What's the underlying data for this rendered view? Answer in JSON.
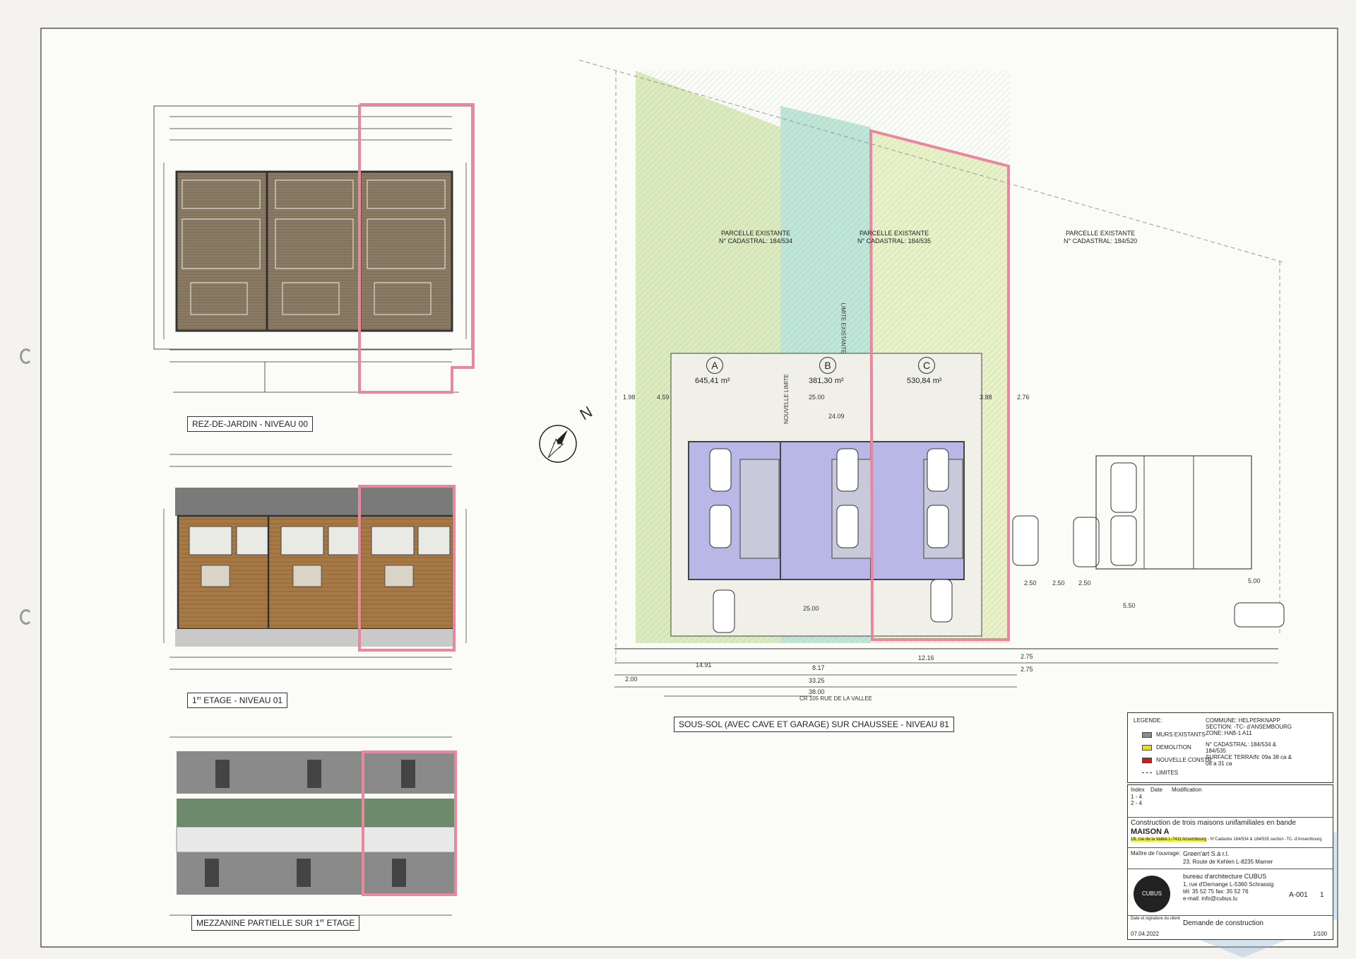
{
  "drawings": {
    "rez_de_jardin_label": "REZ-DE-JARDIN - NIVEAU 00",
    "etage_label_prefix": "1",
    "etage_label_sup": "er",
    "etage_label_rest": " ETAGE - NIVEAU 01",
    "mezzanine_label_prefix": "MEZZANINE PARTIELLE SUR 1",
    "mezzanine_label_sup": "er",
    "mezzanine_label_rest": " ETAGE",
    "sous_sol_label": "SOUS-SOL (AVEC CAVE ET GARAGE) SUR CHAUSSEE - NIVEAU 81"
  },
  "site_plan": {
    "north": "N",
    "parcels": [
      {
        "line1": "PARCELLE EXISTANTE",
        "line2": "N° CADASTRAL: 184/534"
      },
      {
        "line1": "PARCELLE EXISTANTE",
        "line2": "N° CADASTRAL: 184/535"
      },
      {
        "line1": "PARCELLE EXISTANTE",
        "line2": "N° CADASTRAL: 184/520"
      }
    ],
    "lots": [
      {
        "letter": "A",
        "area": "645,41 m²"
      },
      {
        "letter": "B",
        "area": "381,30 m²"
      },
      {
        "letter": "C",
        "area": "530,84 m²"
      }
    ],
    "labels": {
      "limite_existante": "LIMITE EXISTANTE",
      "nouvelle_limite": "NOUVELLE LIMITE",
      "road": "CR 105   RUE DE LA VALLEE"
    },
    "dimensions": {
      "d_25_top": "25.00",
      "d_24_09": "24.09",
      "d_25_bottom": "25.00",
      "d_8_17": "8.17",
      "d_33_25": "33.25",
      "d_38": "38.00",
      "d_2_75a": "2.75",
      "d_2_75b": "2.75",
      "d_14_91": "14.91",
      "d_12_16": "12.16",
      "d_2_00": "2.00",
      "d_5_50": "5.50",
      "d_2_50a": "2.50",
      "d_2_50b": "2.50",
      "d_2_50c": "2.50",
      "d_5_00": "5.00",
      "d_1_98": "1.98",
      "d_4_59": "4.59",
      "d_3_88": "3.88",
      "d_2_76": "2.76"
    }
  },
  "legend": {
    "title": "LEGENDE:",
    "items": [
      {
        "swatch": "#8c8c8c",
        "label": "MURS EXISTANTS"
      },
      {
        "swatch": "#e8e020",
        "label": "DEMOLITION"
      },
      {
        "swatch": "#c8201c",
        "label": "NOUVELLE CONSTR."
      },
      {
        "swatch": "dash",
        "label": "LIMITES"
      }
    ],
    "commune": "COMMUNE: HELPERKNAPP",
    "section": "SECTION: -TC- d'ANSEMBOURG",
    "zone": "ZONE: HAB-1 A11",
    "cadastral": "N° CADASTRAL: 184/534 &",
    "cadastral2": "184/535",
    "surface": "SURFACE TERRAIN: 09a 38 ca &",
    "surface2": "08 a 31 ca"
  },
  "title_block": {
    "index_header": "Index",
    "date_header": "Date",
    "modification_header": "Modification",
    "index_rows": [
      "1 - 4",
      "2 - 4"
    ],
    "project_title": "Construction de trois maisons unifamiliales en bande",
    "project_subtitle": "MAISON A",
    "address_highlight": "1B, rue de la Vallée L-7411 Ansembourg",
    "address_rest": " - N°Cadastre 184/534 & 184/535 section -TC- d'Ansembourg",
    "owner_label": "Maître de l'ouvrage:",
    "owner_name": "Green'art S.à r.l.",
    "owner_address": "23, Route de Kehlen L-8235 Mamer",
    "architect_name": "bureau d'architecture CUBUS",
    "architect_address": "1, rue d'Dernange  L-5360 Schrassig",
    "architect_tel": "tél: 35 52 75   fax: 35 52 76",
    "architect_email": "e-mail: info@cubus.lu",
    "logo_text": "CUBUS",
    "plan_number": "A-001",
    "plan_index": "1",
    "date": "07.04.2022",
    "phase": "Demande de construction",
    "scale": "1/100",
    "sig_label": "Date et signature du client"
  }
}
